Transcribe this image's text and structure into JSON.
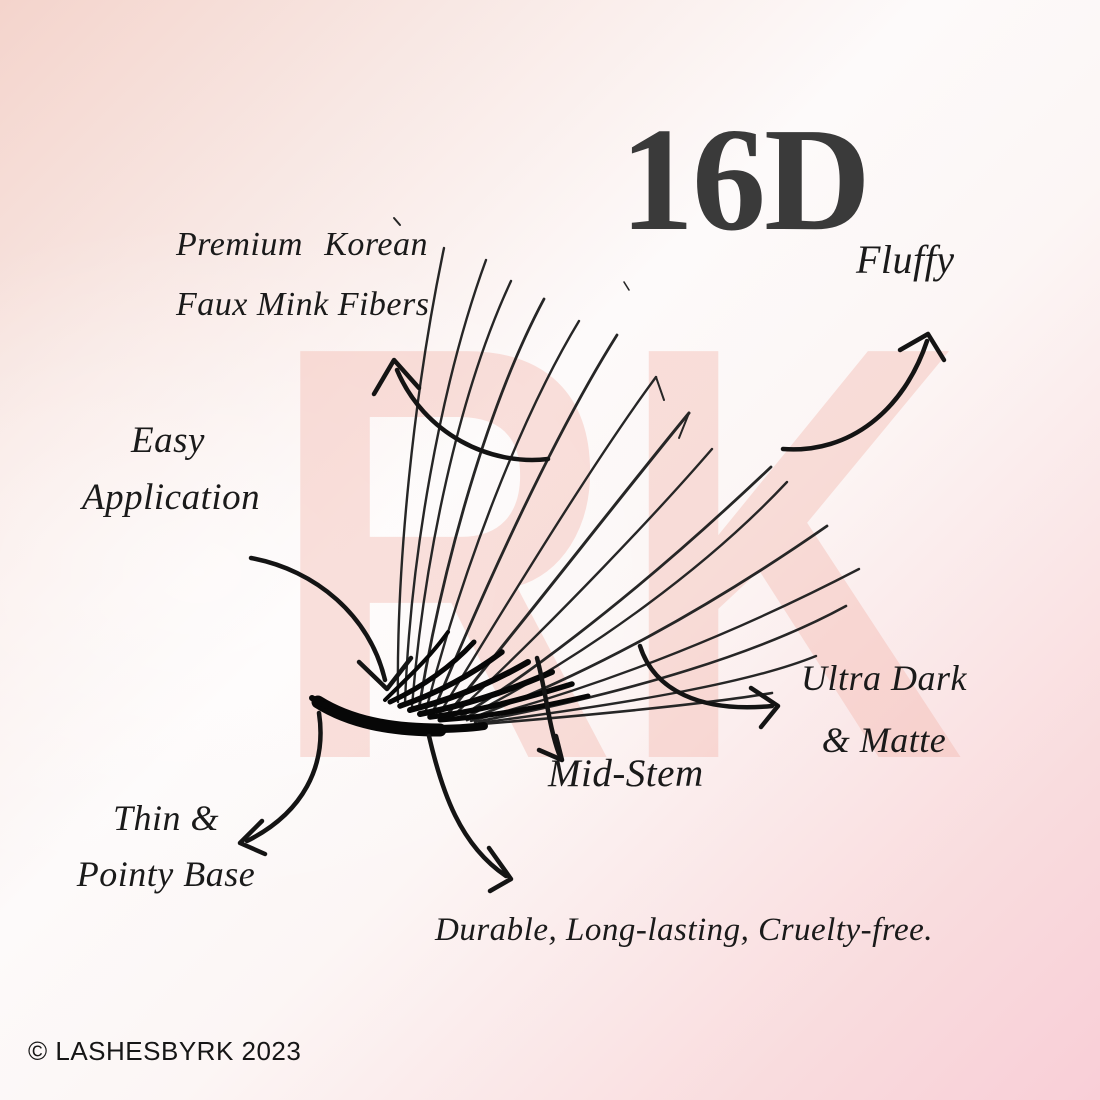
{
  "title": {
    "text": "16D"
  },
  "watermark": {
    "text": "RK",
    "color": "rgba(243,184,173,0.42)"
  },
  "annotations": {
    "premium_korean": {
      "word1": "Premium",
      "word2": "Korean",
      "line2": "Faux Mink Fibers"
    },
    "fluffy": {
      "text": "Fluffy"
    },
    "easy_application": {
      "line1": "Easy",
      "line2": "Application"
    },
    "ultra_dark": {
      "line1": "Ultra Dark",
      "line2": "& Matte"
    },
    "mid_stem": {
      "text": "Mid-Stem"
    },
    "thin_pointy": {
      "line1": "Thin &",
      "line2": "Pointy Base"
    },
    "durable": {
      "text": "Durable, Long-lasting, Cruelty-free."
    }
  },
  "footer": {
    "copyright": "© LASHESBYRK 2023"
  },
  "colors": {
    "ink_text": "#1a1a1a",
    "title_text": "#3a3a3a",
    "arrow": "#141414",
    "lash_strand": "#262626",
    "lash_base": "#070707",
    "bg_top_left": "#f4d4cc",
    "bg_center": "#fdfafa",
    "bg_bottom_right": "#f9ced7"
  }
}
